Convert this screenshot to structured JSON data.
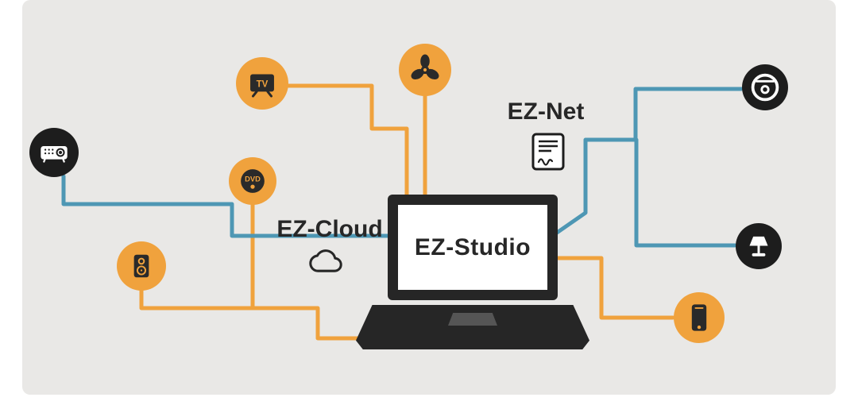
{
  "diagram": {
    "hub_label": "EZ-Studio",
    "cloud": {
      "label": "EZ-Cloud"
    },
    "net": {
      "label": "EZ-Net"
    },
    "devices": {
      "tv": {
        "label": "TV"
      },
      "dvd": {
        "label": "DVD"
      }
    },
    "nodes": [
      {
        "id": "tv",
        "network": "orange"
      },
      {
        "id": "fan",
        "network": "orange"
      },
      {
        "id": "dvd",
        "network": "orange"
      },
      {
        "id": "speaker",
        "network": "orange"
      },
      {
        "id": "smartphone",
        "network": "orange"
      },
      {
        "id": "projector",
        "network": "blue"
      },
      {
        "id": "robot-vacuum",
        "network": "blue"
      },
      {
        "id": "table-lamp",
        "network": "blue"
      }
    ],
    "connections": [
      {
        "from": "tv",
        "to": "EZ-Studio",
        "color": "orange"
      },
      {
        "from": "fan",
        "to": "EZ-Studio",
        "color": "orange"
      },
      {
        "from": "dvd",
        "to": "EZ-Studio",
        "color": "orange"
      },
      {
        "from": "speaker",
        "to": "EZ-Studio",
        "color": "orange"
      },
      {
        "from": "smartphone",
        "to": "EZ-Studio",
        "color": "orange"
      },
      {
        "from": "projector",
        "to": "EZ-Studio",
        "color": "blue"
      },
      {
        "from": "robot-vacuum",
        "to": "EZ-Studio",
        "color": "blue"
      },
      {
        "from": "table-lamp",
        "to": "EZ-Studio",
        "color": "blue"
      }
    ],
    "colors": {
      "orange": "#F0A23D",
      "blue": "#4E97B4",
      "dark": "#262626",
      "bg": "#E9E8E6",
      "frame": "#FFFFFF",
      "ink": "#272727"
    }
  }
}
